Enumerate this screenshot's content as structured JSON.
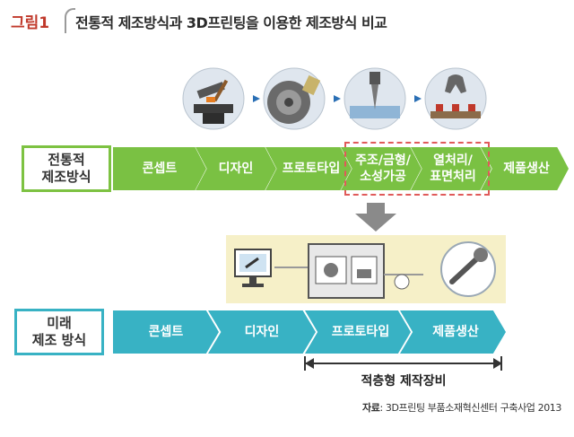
{
  "figure": {
    "label": "그림1",
    "title": "전통적 제조방식과 3D프린팅을 이용한 제조방식 비교"
  },
  "traditional": {
    "label_line1": "전통적",
    "label_line2": "제조방식",
    "steps": [
      {
        "line1": "콘셉트",
        "line2": ""
      },
      {
        "line1": "디자인",
        "line2": ""
      },
      {
        "line1": "프로토타입",
        "line2": ""
      },
      {
        "line1": "주조/금형/",
        "line2": "소성가공"
      },
      {
        "line1": "열처리/",
        "line2": "표면처리"
      },
      {
        "line1": "제품생산",
        "line2": ""
      }
    ]
  },
  "future": {
    "label_line1": "미래",
    "label_line2": "제조 방식",
    "steps": [
      {
        "line1": "콘셉트"
      },
      {
        "line1": "디자인"
      },
      {
        "line1": "프로토타입"
      },
      {
        "line1": "제품생산"
      }
    ]
  },
  "bracket": {
    "label": "적층형 제작장비"
  },
  "source": {
    "key": "자료",
    "sep": ":",
    "text": " 3D프린팅 부품소재혁신센터 구축사업 2013"
  },
  "colors": {
    "green": "#7ac143",
    "teal": "#38b2c4",
    "dash": "#e05a5a",
    "accent": "#c0392b"
  },
  "icons": [
    "anvil-hammer-icon",
    "machining-disc-icon",
    "drill-icon",
    "robot-arm-icon",
    "monitor-icon",
    "3d-printer-icon",
    "part-icon"
  ]
}
